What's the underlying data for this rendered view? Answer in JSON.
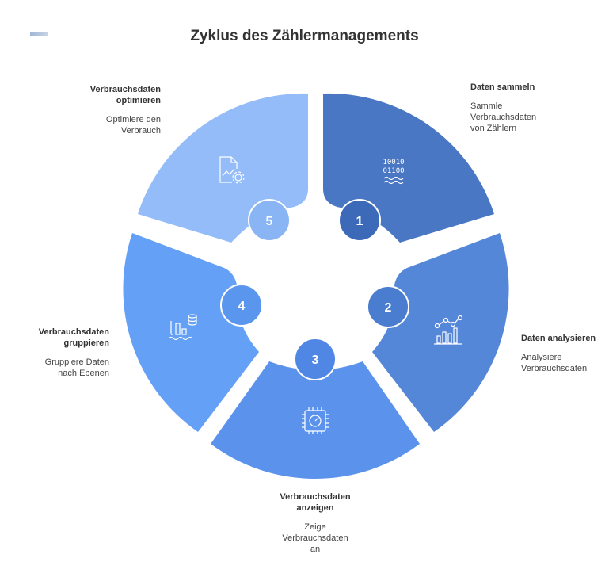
{
  "title": "Zyklus des Zählermanagements",
  "colors": {
    "segment1": "#4a77c4",
    "segment2": "#5587d9",
    "segment3": "#5b93ec",
    "segment4": "#64a0f5",
    "segment5": "#93bcf8",
    "badge1": "#3d6ab8",
    "badge2": "#4a7ccf",
    "badge3": "#5086e4",
    "badge4": "#5a95ee",
    "badge5": "#8ab5f5"
  },
  "steps": [
    {
      "number": "1",
      "heading": "Daten sammeln",
      "text": [
        "Sammle",
        "Verbrauchsdaten",
        "von Zählern"
      ],
      "icon": "binary-data-icon"
    },
    {
      "number": "2",
      "heading": "Daten analysieren",
      "text": [
        "Analysiere",
        "Verbrauchsdaten"
      ],
      "icon": "line-bar-chart-icon"
    },
    {
      "number": "3",
      "heading_lines": [
        "Verbrauchsdaten",
        "anzeigen"
      ],
      "text": [
        "Zeige",
        "Verbrauchsdaten",
        "an"
      ],
      "icon": "gauge-chip-icon"
    },
    {
      "number": "4",
      "heading_lines": [
        "Verbrauchsdaten",
        "gruppieren"
      ],
      "text": [
        "Gruppiere Daten",
        "nach Ebenen"
      ],
      "icon": "bar-database-icon"
    },
    {
      "number": "5",
      "heading_lines": [
        "Verbrauchsdaten",
        "optimieren"
      ],
      "text": [
        "Optimiere den",
        "Verbrauch"
      ],
      "icon": "report-gear-icon"
    }
  ]
}
